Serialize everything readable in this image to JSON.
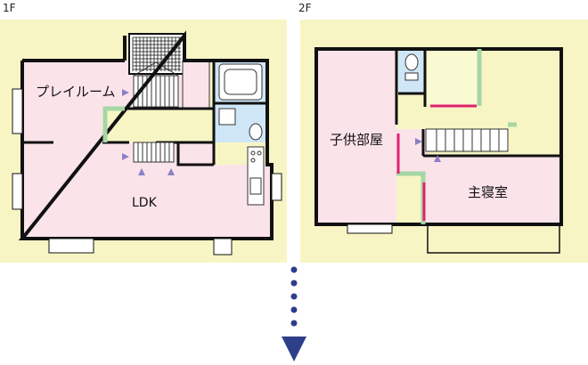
{
  "floors": [
    {
      "id": "1F",
      "label": "1F",
      "rooms": [
        {
          "id": "playroom",
          "name": "プレイルーム"
        },
        {
          "id": "ldk",
          "name": "LDK"
        }
      ]
    },
    {
      "id": "2F",
      "label": "2F",
      "rooms": [
        {
          "id": "kids-room",
          "name": "子供部屋"
        },
        {
          "id": "master-bedroom",
          "name": "主寝室"
        }
      ]
    }
  ],
  "colors": {
    "background_panel": "#f7f5c4",
    "room_pink": "#fbe3ea",
    "bath_blue": "#cfe6f7",
    "hall_yellow": "#fafad2",
    "wall": "#111111",
    "opening_green": "#a6d6a6",
    "partition_magenta": "#e0226e",
    "arrow_purple": "#8a80c8",
    "down_arrow": "#2d3f8a"
  },
  "indicators": {
    "transition_arrow_icon": "down-triangle-icon"
  }
}
